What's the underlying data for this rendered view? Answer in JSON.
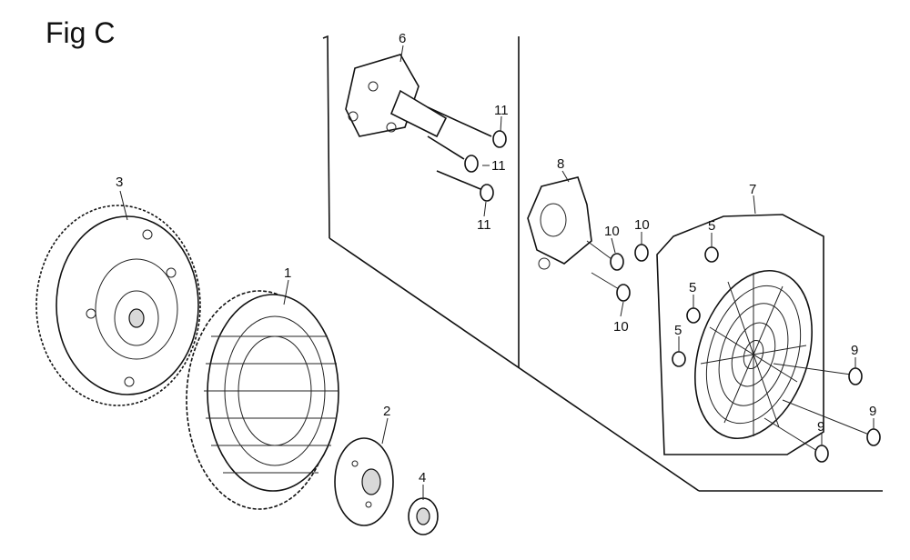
{
  "figure": {
    "title": "Fig C"
  },
  "callouts": {
    "p1": "1",
    "p2": "2",
    "p3": "3",
    "p4": "4",
    "p5a": "5",
    "p5b": "5",
    "p5c": "5",
    "p6": "6",
    "p7": "7",
    "p8": "8",
    "p9a": "9",
    "p9b": "9",
    "p9c": "9",
    "p10a": "10",
    "p10b": "10",
    "p10c": "10",
    "p11a": "11",
    "p11b": "11",
    "p11c": "11"
  }
}
